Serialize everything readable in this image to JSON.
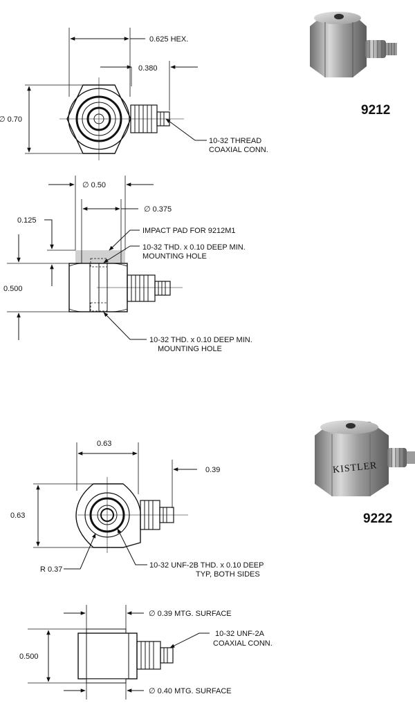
{
  "drawing_9212": {
    "model": "9212",
    "top_view": {
      "hex": "0.625 HEX.",
      "offset": "0.380",
      "diameter": "∅ 0.70",
      "conn_line1": "10-32 THREAD",
      "conn_line2": "COAXIAL CONN."
    },
    "side_view": {
      "dia_outer": "∅  0.50",
      "dia_inner": "∅ 0.375",
      "pad_height": "0.125",
      "impact_pad": "IMPACT PAD FOR 9212M1",
      "hole_top_line1": "10-32 THD. x 0.10 DEEP MIN.",
      "hole_top_line2": "MOUNTING HOLE",
      "height": "0.500",
      "hole_bottom_line1": "10-32 THD. x 0.10 DEEP MIN.",
      "hole_bottom_line2": "MOUNTING HOLE"
    }
  },
  "drawing_9222": {
    "model": "9222",
    "photo_label": "KISTLER",
    "top_view": {
      "width": "0.63",
      "offset": "0.39",
      "height": "0.63",
      "radius": "R 0.37",
      "thread_line1": "10-32 UNF-2B THD. x  0.10 DEEP",
      "thread_line2": "TYP, BOTH SIDES"
    },
    "side_view": {
      "top_surface": "∅ 0.39 MTG. SURFACE",
      "conn_line1": "10-32 UNF-2A",
      "conn_line2": "COAXIAL CONN.",
      "height": "0.500",
      "bottom_surface": "∅ 0.40 MTG. SURFACE"
    }
  },
  "colors": {
    "line": "#111111",
    "impact_pad": "#d0d0d0",
    "photo_metal": "#a9a9a9"
  }
}
